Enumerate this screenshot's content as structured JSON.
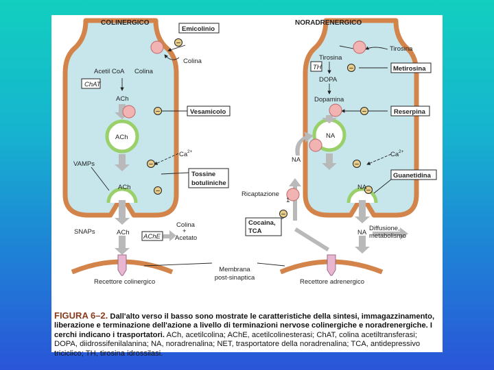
{
  "colors": {
    "cell_fill": "#c6e6ec",
    "membrane": "#d2844a",
    "receptor": "#e8b7cf",
    "transporter": "#f2b3b3",
    "arrow": "#b9b9b9",
    "caption_label": "#8a3a1a"
  },
  "left": {
    "title": "COLINERGICO",
    "emicolinio": "Emicolinio",
    "colina_in": "Colina",
    "acetil_coa": "Acetil CoA",
    "colina": "Colina",
    "chat": "ChAT",
    "ach_1": "ACh",
    "vesamicolo": "Vesamicolo",
    "ach_vesicle": "ACh",
    "ca": "Ca",
    "ca_sup": "2+",
    "vamps": "VAMPs",
    "tossine_1": "Tossine",
    "tossine_2": "botuliniche",
    "ach_release": "ACh",
    "snaps": "SNAPs",
    "ach_cleft": "ACh",
    "ache": "AChE",
    "colina_out": "Colina",
    "plus": "+",
    "acetato": "Acetato",
    "receptor": "Recettore colinergico"
  },
  "right": {
    "title": "NORADRENERGICO",
    "tirosina_out": "Tirosina",
    "tirosina_in": "Tirosina",
    "th": "TH",
    "metirosina": "Metirosina",
    "dopa": "DOPA",
    "dopamina": "Dopamina",
    "reserpina": "Reserpina",
    "na_vesicle": "NA",
    "na_left": "NA",
    "ca": "Ca",
    "ca_sup": "2+",
    "guanetidina": "Guanetidina",
    "ricaptazione": "Ricaptazione",
    "ric_num": "1",
    "na_release": "NA",
    "cocaina_1": "Cocaina,",
    "cocaina_2": "TCA",
    "na_cleft": "NA",
    "diffusione_1": "Diffusione,",
    "diffusione_2": "metabolismo",
    "receptor": "Recettore adrenergico"
  },
  "center": {
    "membrana_1": "Membrana",
    "membrana_2": "post-sinaptica"
  },
  "inhibit_sign": "−",
  "caption": {
    "label": "FIGURA 6–2.",
    "lead": "Dall'alto verso il basso sono mostrate le caratteristiche della sintesi, immagazzinamento, liberazione e terminazione dell'azione a livello di terminazioni nervose colinergiche e noradrenergiche. I cerchi indicano i trasportatori.",
    "abbrev": "ACh, acetilcolina; AChE, acetilcolinesterasi; ChAT, colina acetiltransferasi; DOPA, diidrossifenilalanina; NA, noradrenalina; NET, trasportatore della noradrenalina; TCA, antidepressivo triciclico; TH, tirosina idrossilasi."
  }
}
